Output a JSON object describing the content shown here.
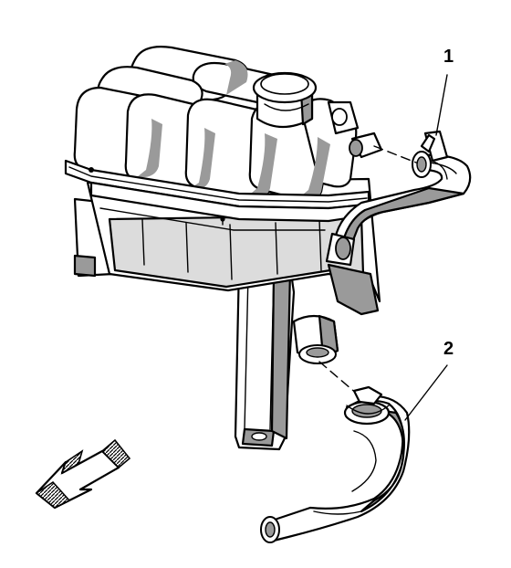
{
  "diagram": {
    "callouts": [
      {
        "label": "1"
      },
      {
        "label": "2"
      }
    ],
    "colors": {
      "outline": "#000000",
      "body_fill": "#ffffff",
      "shade": "#9a9a9a",
      "background": "#ffffff"
    },
    "icons": [
      "front-direction-arrow"
    ]
  }
}
